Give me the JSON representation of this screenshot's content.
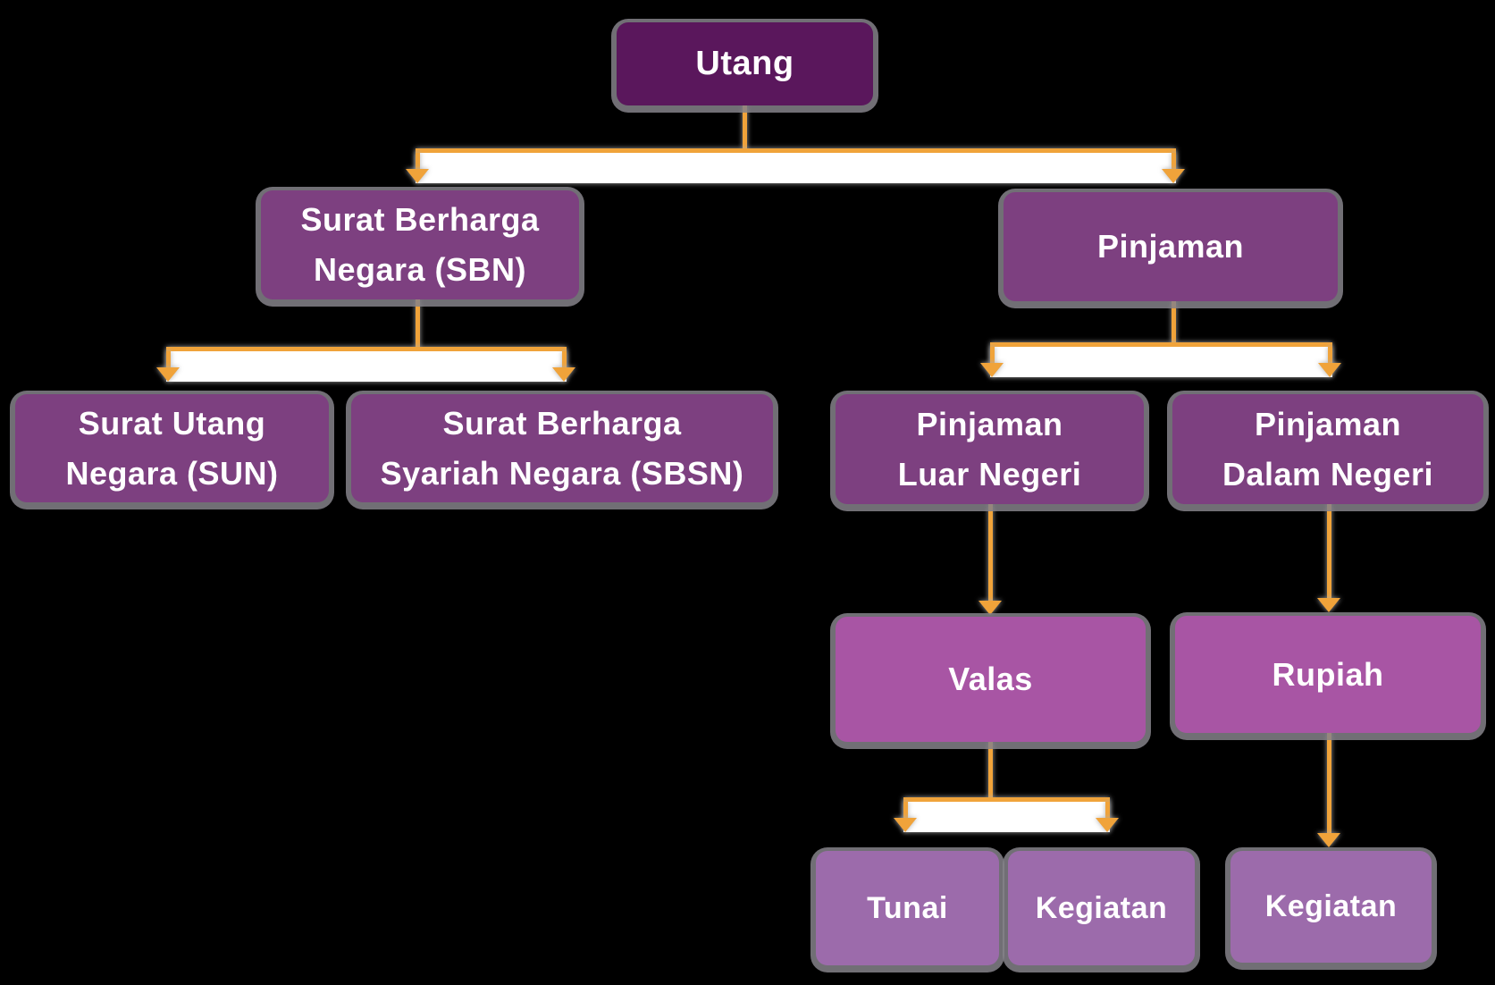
{
  "colors": {
    "background": "#000000",
    "level1": "#5a175c",
    "level2": "#7d4080",
    "level4": "#a855a4",
    "level5": "#9c6bab",
    "connector": "#f0a33a",
    "shadow": "#86848a",
    "text": "#ffffff"
  },
  "nodes": {
    "utang": {
      "label": "Utang"
    },
    "sbn": {
      "label": "Surat Berharga\nNegara (SBN)"
    },
    "pinjaman": {
      "label": "Pinjaman"
    },
    "sun": {
      "label": "Surat Utang\nNegara (SUN)"
    },
    "sbsn": {
      "label": "Surat Berharga\nSyariah Negara (SBSN)"
    },
    "pinjaman_luar": {
      "label": "Pinjaman\nLuar Negeri"
    },
    "pinjaman_dalam": {
      "label": "Pinjaman\nDalam Negeri"
    },
    "valas": {
      "label": "Valas"
    },
    "rupiah": {
      "label": "Rupiah"
    },
    "tunai": {
      "label": "Tunai"
    },
    "kegiatan_valas": {
      "label": "Kegiatan"
    },
    "kegiatan_rupiah": {
      "label": "Kegiatan"
    }
  },
  "edges": [
    {
      "from": "Utang",
      "to": "Surat Berharga Negara (SBN)"
    },
    {
      "from": "Utang",
      "to": "Pinjaman"
    },
    {
      "from": "Surat Berharga Negara (SBN)",
      "to": "Surat Utang Negara (SUN)"
    },
    {
      "from": "Surat Berharga Negara (SBN)",
      "to": "Surat Berharga Syariah Negara (SBSN)"
    },
    {
      "from": "Pinjaman",
      "to": "Pinjaman Luar Negeri"
    },
    {
      "from": "Pinjaman",
      "to": "Pinjaman Dalam Negeri"
    },
    {
      "from": "Pinjaman Luar Negeri",
      "to": "Valas"
    },
    {
      "from": "Pinjaman Dalam Negeri",
      "to": "Rupiah"
    },
    {
      "from": "Valas",
      "to": "Tunai"
    },
    {
      "from": "Valas",
      "to": "Kegiatan"
    },
    {
      "from": "Rupiah",
      "to": "Kegiatan"
    }
  ]
}
